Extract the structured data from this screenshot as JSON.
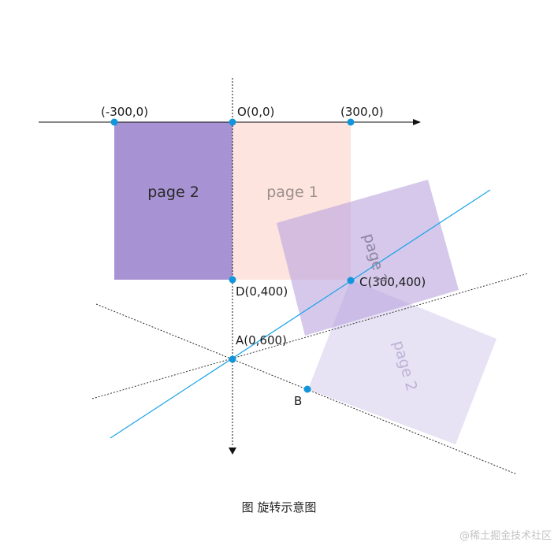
{
  "diagram": {
    "points": {
      "origin": "O(0,0)",
      "neg_x": "(-300,0)",
      "pos_x": "(300,0)",
      "d": "D(0,400)",
      "a": "A(0,600)",
      "c": "C(300,400)",
      "b": "B"
    },
    "pages": {
      "page2_original": "page 2",
      "page1": "page 1",
      "page2_rotated": "page 2",
      "page2_rotated_faint": "page 2"
    },
    "caption": "图 旋转示意图",
    "watermark": "@稀土掘金技术社区"
  },
  "colors": {
    "page2_fill": "#a793d3",
    "page1_fill": "#fde4de",
    "rotated_fill": "#c9b8e6",
    "faint_fill": "#e6e0f3",
    "point_color": "#1296db",
    "line_blue": "#1aa3e8",
    "axis": "#111111"
  }
}
